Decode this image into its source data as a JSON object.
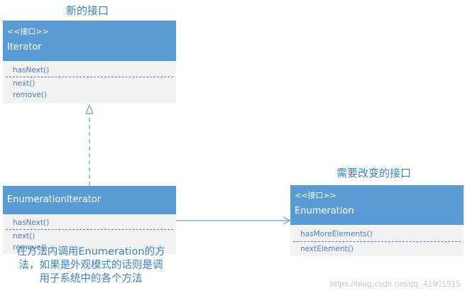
{
  "captions": {
    "new_interface": "新的接口",
    "interface_to_change": "需要改变的接口"
  },
  "iterator_box": {
    "stereotype": "<<接口>>",
    "name": "Iterator",
    "methods": [
      "hasNext()",
      "next()",
      "remove()"
    ]
  },
  "enumeration_iterator_box": {
    "name": "EnumerationIterator",
    "methods": [
      "hasNext()",
      "next()",
      "remove()"
    ]
  },
  "enumeration_box": {
    "stereotype": "<<接口>>",
    "name": "Enumeration",
    "methods": [
      "hasMoreElements()",
      "nextElement()"
    ]
  },
  "note": {
    "lines": [
      "在方法内调用Enumeration的方",
      "法，如果是外观模式的话则是调",
      "用子系统中的各个方法"
    ]
  },
  "watermark": "https://blog.csdn.net/qq_41901915",
  "colors": {
    "header_bg": "#5b9bd5",
    "box_bg": "#f2f2f2",
    "text_blue": "#4a7fc1",
    "line": "#6f9fd8"
  }
}
